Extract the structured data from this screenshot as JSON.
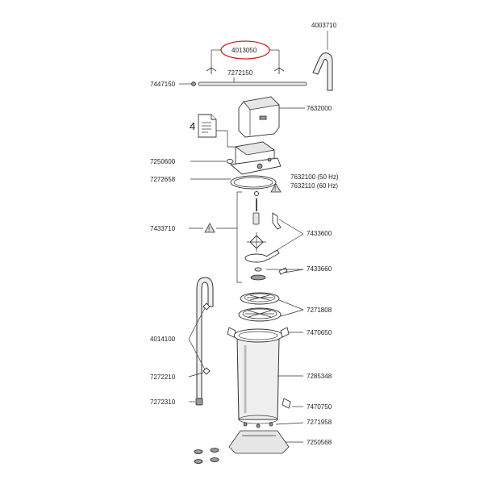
{
  "labels": {
    "p4003710": "4003710",
    "p4013050": "4013050",
    "p7447150": "7447150",
    "p7272150": "7272150",
    "p7632000": "7632000",
    "doc_number": "4",
    "p7250600": "7250600",
    "p7272658": "7272658",
    "p7632100": "7632100 (50 Hz)",
    "p7632110": "7632110 (60 Hz)",
    "p7433710": "7433710",
    "p7433600": "7433600",
    "p7433660": "7433660",
    "p7271808": "7271808",
    "p7470650": "7470650",
    "p4014100": "4014100",
    "p7285348": "7285348",
    "p7272210": "7272210",
    "p7272310": "7272310",
    "p7470750": "7470750",
    "p7271958": "7271958",
    "p7250568": "7250568"
  },
  "highlight_color": "#cc2222",
  "line_color": "#333333"
}
